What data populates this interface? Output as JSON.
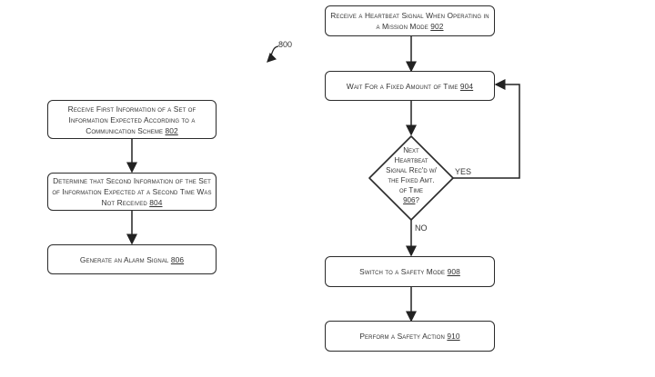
{
  "figure_label": "800",
  "left_flow": {
    "steps": [
      {
        "text": "Receive First Information of a Set of Information Expected According to a Communication Scheme",
        "ref": "802"
      },
      {
        "text": "Determine that Second Information of the Set of Information Expected at a Second Time Was Not Received",
        "ref": "804"
      },
      {
        "text": "Generate an Alarm Signal",
        "ref": "806"
      }
    ]
  },
  "right_flow": {
    "steps": [
      {
        "text": "Receive a Heartbeat Signal When Operating in a Mission Mode",
        "ref": "902"
      },
      {
        "text": "Wait For a Fixed Amount of Time",
        "ref": "904"
      },
      {
        "text": "Switch to a Safety Mode",
        "ref": "908"
      },
      {
        "text": "Perform a Safety Action",
        "ref": "910"
      }
    ],
    "decision": {
      "lines": [
        "Next",
        "Heartbeat",
        "Signal Rec'd w/",
        "the Fixed Amt.",
        "of Time"
      ],
      "ref": "906",
      "suffix": "?",
      "yes_label": "YES",
      "no_label": "NO"
    }
  }
}
